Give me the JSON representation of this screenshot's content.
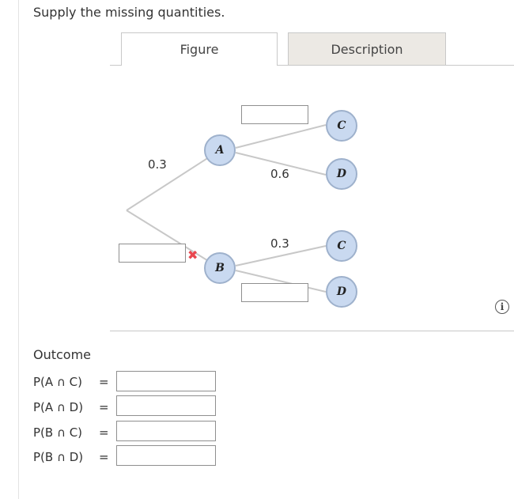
{
  "prompt": "Supply the missing quantities.",
  "tabs": {
    "figure": "Figure",
    "description": "Description"
  },
  "tree": {
    "nodes": {
      "A": "A",
      "B": "B",
      "AC": "C",
      "AD": "D",
      "BC": "C",
      "BD": "D"
    },
    "probabilities": {
      "root_A": "0.3",
      "A_D": "0.6",
      "B_C": "0.3"
    },
    "inputs": {
      "root_B": "",
      "A_C": "",
      "B_D": ""
    },
    "root_B_marked_incorrect": true,
    "edge_color": "#c8c8c8"
  },
  "info_icon": "info-icon",
  "outcomes": {
    "title": "Outcome",
    "rows": [
      {
        "label": "P(A ∩ C)",
        "eq": "=",
        "value": ""
      },
      {
        "label": "P(A ∩ D)",
        "eq": "=",
        "value": ""
      },
      {
        "label": "P(B ∩ C)",
        "eq": "=",
        "value": ""
      },
      {
        "label": "P(B ∩ D)",
        "eq": "=",
        "value": ""
      }
    ]
  }
}
